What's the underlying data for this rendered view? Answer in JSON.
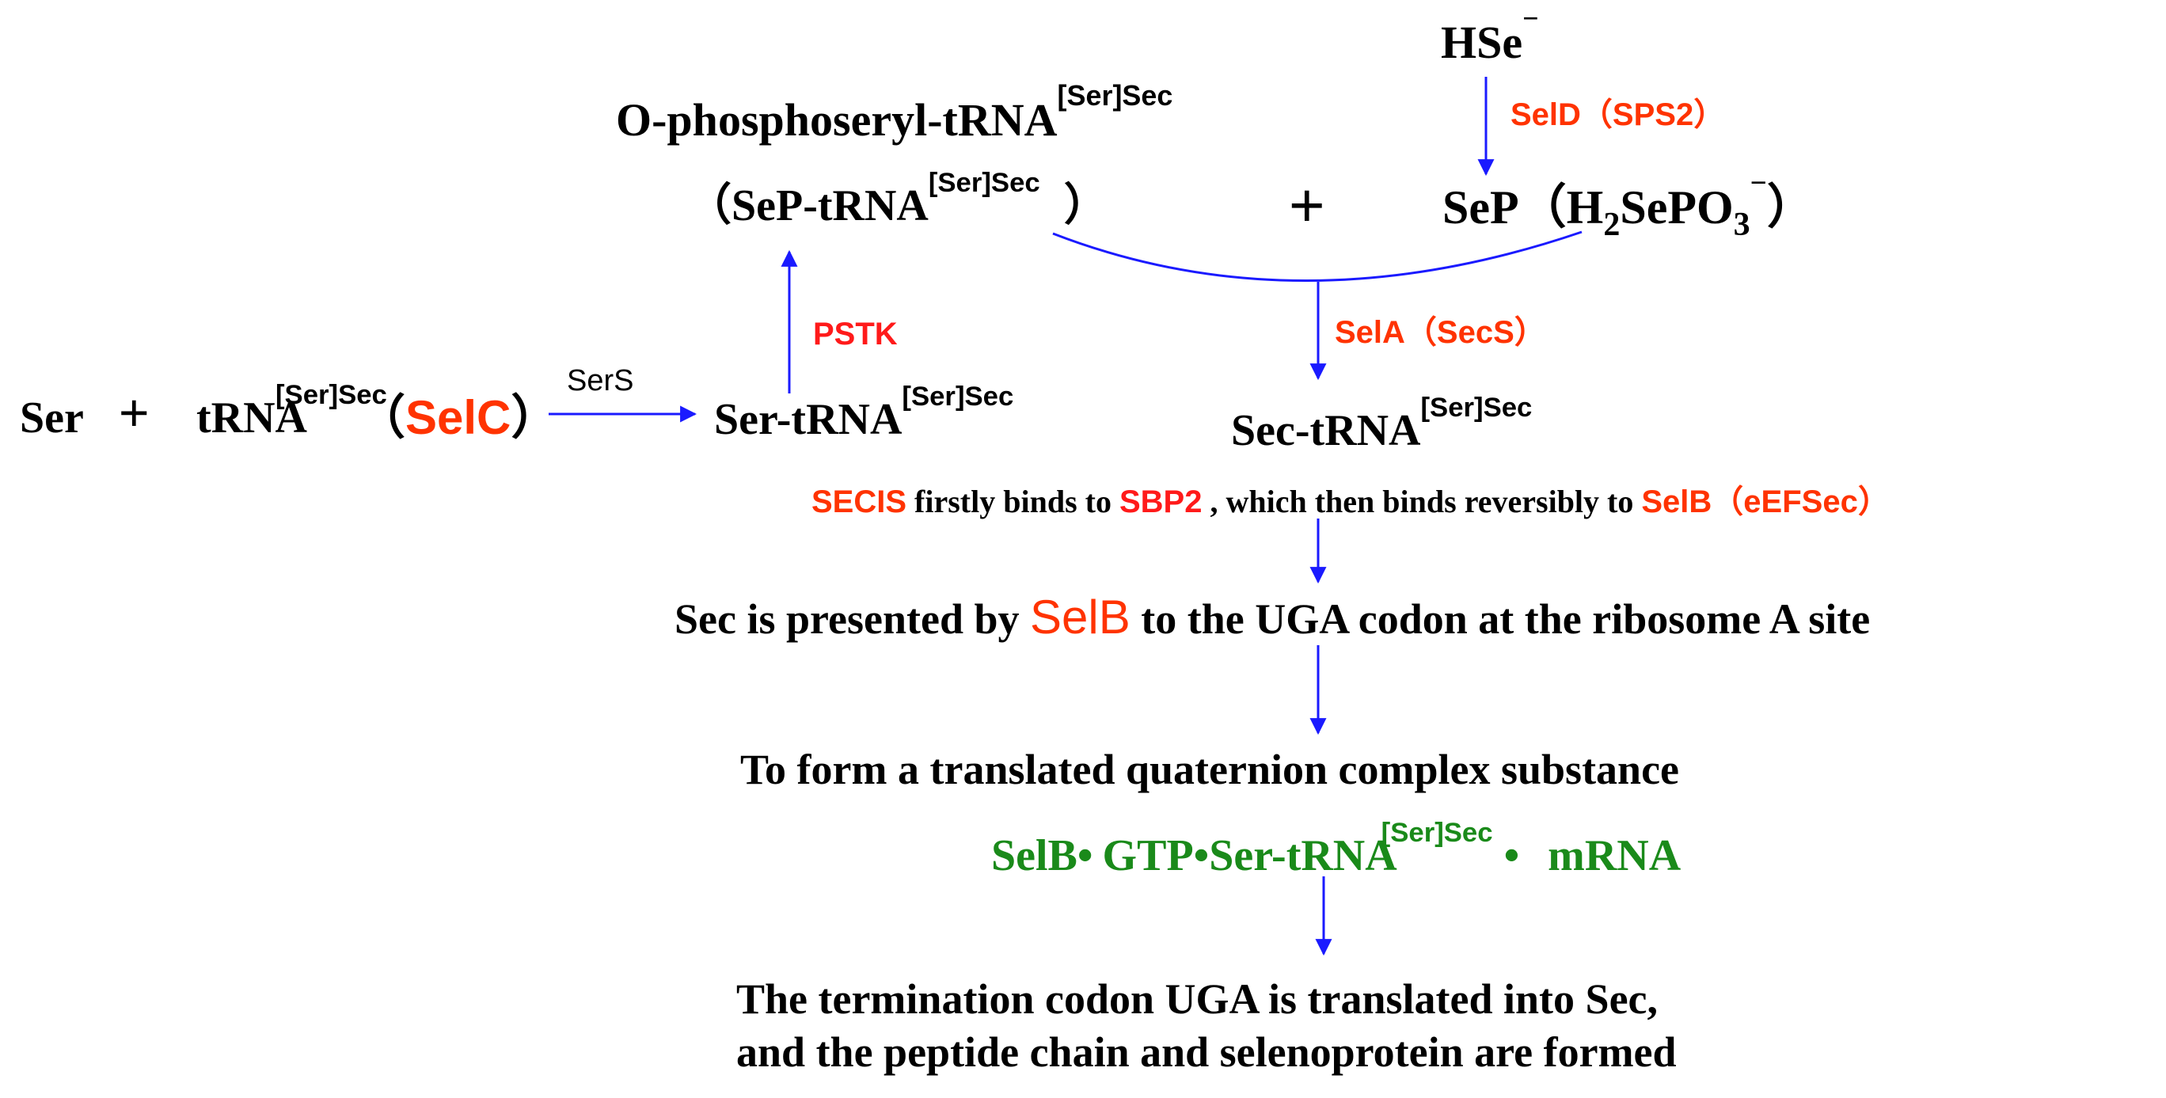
{
  "nodes": {
    "hse": {
      "main": "HSe",
      "sup": "−"
    },
    "ophospho": {
      "main": "O-phosphoseryl-tRNA",
      "sup": "[Ser]Sec"
    },
    "sep_trna": {
      "open": "（",
      "main": "SeP-tRNA",
      "sup": "[Ser]Sec",
      "close": "）"
    },
    "plus_mid": "+",
    "sep": {
      "main": "SeP",
      "open": "（",
      "h": "H",
      "h_sub": "2",
      "mid": "SePO",
      "o_sub": "3",
      "o_sup": "−",
      "close": "）"
    },
    "ser": "Ser",
    "plus_left": "+",
    "trna": {
      "main": "tRNA",
      "sup": "[Ser]Sec"
    },
    "selc": {
      "open": "（",
      "label": "SelC",
      "close": "）"
    },
    "ser_trna": {
      "main": "Ser-tRNA",
      "sup": "[Ser]Sec"
    },
    "sec_trna": {
      "main": "Sec-tRNA",
      "sup": "[Ser]Sec"
    },
    "step_ugA": {
      "pre": "Sec is presented by ",
      "selb": "SelB",
      "post": " to the UGA codon at the ribosome A site"
    },
    "step_quat": "To form a translated quaternion complex substance",
    "complex": {
      "p1": "SelB",
      "dot1": "•",
      "p2": "GTP",
      "dot2": "•",
      "p3": "Ser-tRNA",
      "sup": "[Ser]Sec",
      "dot3": "•",
      "p4": "mRNA"
    },
    "final_1": "The termination codon UGA is translated into Sec,",
    "final_2": "and the peptide chain and selenoprotein are formed"
  },
  "enzymes": {
    "seld": "SelD（SPS2）",
    "pstk": "PSTK",
    "sers": "SerS",
    "sela": "SelA（SecS）"
  },
  "binding_note": {
    "secis": "SECIS",
    "t1": " firstly binds to ",
    "sbp2": "SBP2",
    "t2": " , which then binds reversibly to ",
    "selb": "SelB（eEFSec）"
  },
  "colors": {
    "arrow": "#1a1aff",
    "enzyme": "#ff3300",
    "complex": "#1a8a1a",
    "text": "#000000"
  }
}
